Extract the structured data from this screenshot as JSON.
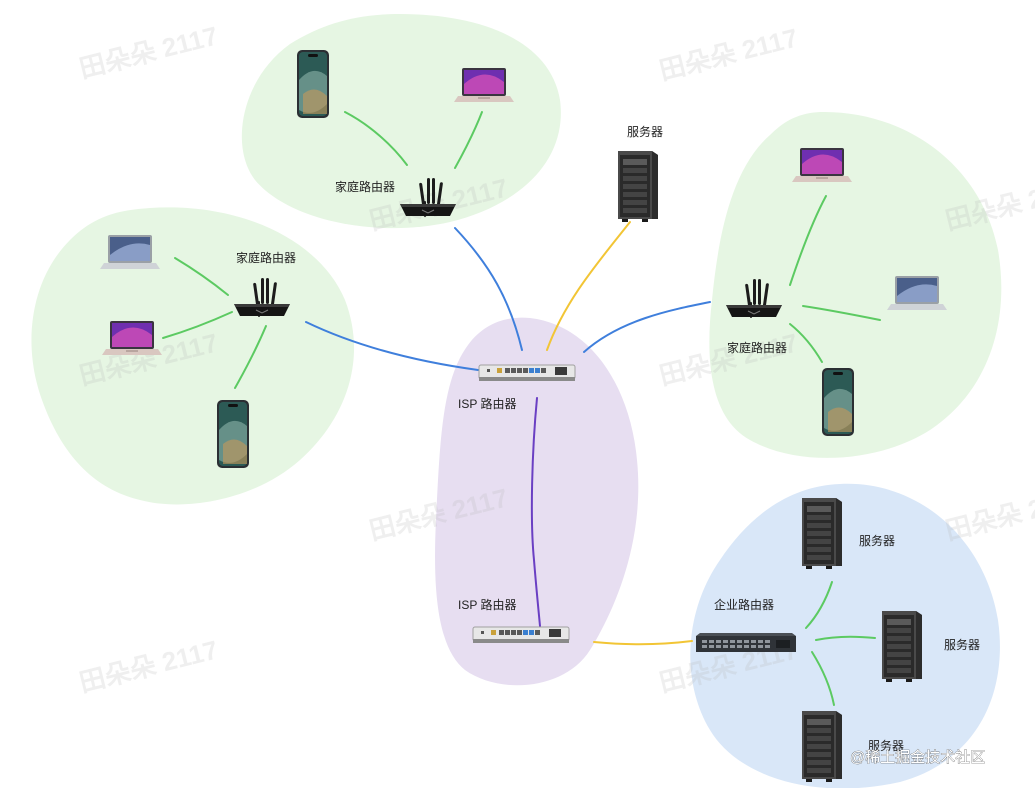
{
  "labels": {
    "home_router_top": "家庭路由器",
    "home_router_left": "家庭路由器",
    "home_router_right": "家庭路由器",
    "server_top": "服务器",
    "isp_router_upper": "ISP 路由器",
    "isp_router_lower": "ISP 路由器",
    "enterprise_router": "企业路由器",
    "server_ent_1": "服务器",
    "server_ent_2": "服务器",
    "server_ent_3": "服务器"
  },
  "watermark": "田朵朵 2117",
  "credit": "@稀土掘金技术社区",
  "colors": {
    "home_zone": "#e6f6e3",
    "isp_zone": "#e7def1",
    "enterprise_zone": "#d9e7f8",
    "home_link": "#5cca62",
    "isp_link": "#3f7fdc",
    "server_link": "#f2c535",
    "backbone_link": "#6a3fc3"
  }
}
